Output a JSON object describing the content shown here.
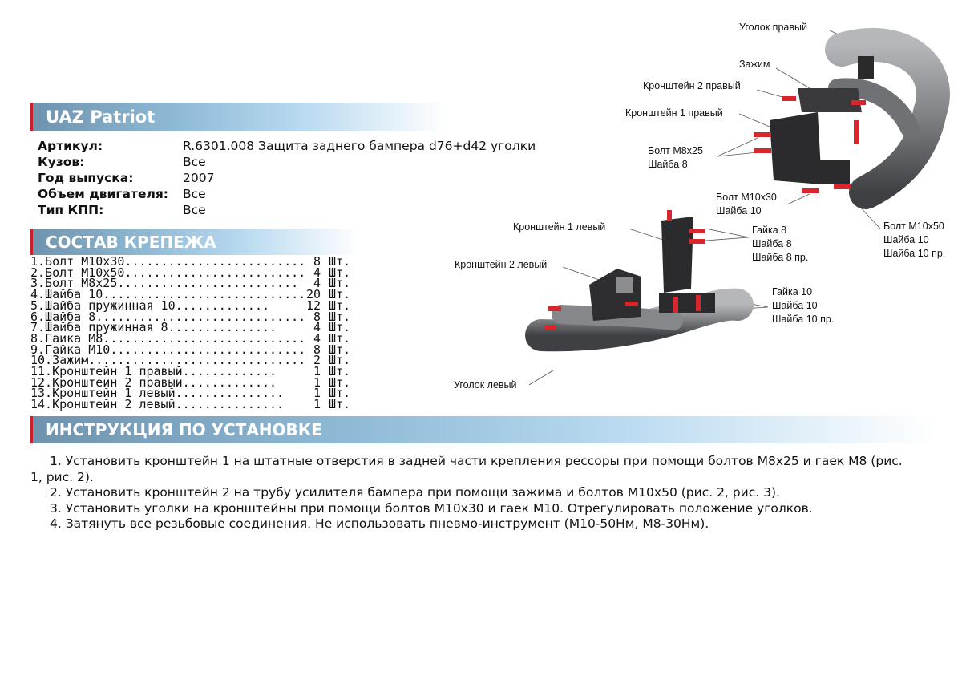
{
  "header": {
    "title": "UAZ Patriot"
  },
  "details": [
    {
      "label": "Артикул:",
      "value": "R.6301.008 Защита заднего бампера d76+d42 уголки"
    },
    {
      "label": "Кузов:",
      "value": "Все"
    },
    {
      "label": "Год выпуска:",
      "value": "2007"
    },
    {
      "label": "Объем двигателя:",
      "value": "Все"
    },
    {
      "label": "Тип КПП:",
      "value": "Все"
    }
  ],
  "parts_section": {
    "title": "СОСТАВ КРЕПЕЖА"
  },
  "parts": [
    {
      "name": "1.Болт М10х30.........................",
      "qty": "8",
      "unit": "Шт."
    },
    {
      "name": "2.Болт М10х50.........................",
      "qty": "4",
      "unit": "Шт."
    },
    {
      "name": "3.Болт М8х25.........................",
      "qty": "4",
      "unit": "Шт."
    },
    {
      "name": "4.Шайба 10............................",
      "qty": "20",
      "unit": "Шт."
    },
    {
      "name": "5.Шайба пружинная 10.............",
      "qty": "12",
      "unit": "Шт."
    },
    {
      "name": "6.Шайба 8.............................",
      "qty": "8",
      "unit": "Шт."
    },
    {
      "name": "7.Шайба пружинная 8...............",
      "qty": "4",
      "unit": "Шт."
    },
    {
      "name": "8.Гайка М8............................",
      "qty": "4",
      "unit": "Шт."
    },
    {
      "name": "9.Гайка М10...........................",
      "qty": "8",
      "unit": "Шт."
    },
    {
      "name": "10.Зажим..............................",
      "qty": "2",
      "unit": "Шт."
    },
    {
      "name": "11.Кронштейн 1 правый.............",
      "qty": "1",
      "unit": "Шт."
    },
    {
      "name": "12.Кронштейн 2 правый.............",
      "qty": "1",
      "unit": "Шт."
    },
    {
      "name": "13.Кронштейн 1 левый...............",
      "qty": "1",
      "unit": "Шт."
    },
    {
      "name": "14.Кронштейн 2 левый...............",
      "qty": "1",
      "unit": "Шт."
    }
  ],
  "instructions_section": {
    "title": "ИНСТРУКЦИЯ ПО УСТАНОВКЕ"
  },
  "instructions": [
    "1. Установить кронштейн 1 на штатные отверстия в задней части крепления рессоры при помощи болтов М8х25 и гаек М8 (рис. 1, рис. 2).",
    "2. Установить кронштейн 2 на трубу усилителя бампера при помощи зажима и болтов М10х50 (рис. 2, рис. 3).",
    "3. Установить уголки на кронштейны при помощи болтов М10х30 и гаек М10. Отрегулировать положение уголков.",
    "4. Затянуть все резьбовые соединения. Не использовать пневмо-инструмент (М10-50Нм, М8-30Нм)."
  ],
  "diagram_labels": {
    "corner_right": "Уголок правый",
    "clamp": "Зажим",
    "bracket2_right": "Кронштейн 2 правый",
    "bracket1_right": "Кронштейн 1 правый",
    "bolt_m8": [
      "Болт М8х25",
      "Шайба 8"
    ],
    "bolt_m10x30": [
      "Болт М10х30",
      "Шайба 10"
    ],
    "bolt_m10x50": [
      "Болт М10х50",
      "Шайба 10",
      "Шайба 10 пр."
    ],
    "bracket1_left": "Кронштейн 1 левый",
    "nut8": [
      "Гайка 8",
      "Шайба 8",
      "Шайба 8 пр."
    ],
    "bracket2_left": "Кронштейн 2 левый",
    "nut10": [
      "Гайка 10",
      "Шайба 10",
      "Шайба 10 пр."
    ],
    "corner_left": "Уголок левый"
  },
  "colors": {
    "accent_red": "#c8202a",
    "bar_blue": "#6f93ae",
    "tube_gray": "#7d7f82",
    "bolt_red": "#d8262e"
  }
}
